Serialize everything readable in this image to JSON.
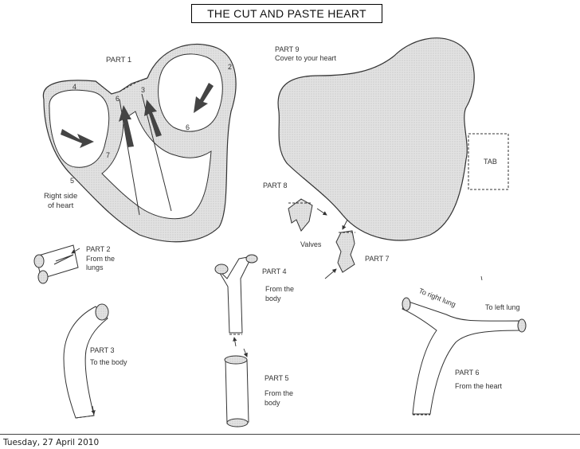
{
  "title": "THE CUT AND PASTE HEART",
  "heart": {
    "part1": "PART 1",
    "numbers": [
      "2",
      "3",
      "4",
      "5",
      "6",
      "6",
      "7"
    ],
    "side_line1": "Right side",
    "side_line2": "of heart"
  },
  "part9": {
    "label": "PART 9",
    "desc": "Cover to your heart",
    "tab": "TAB"
  },
  "part8": {
    "label": "PART 8",
    "valves": "Valves"
  },
  "part7": {
    "label": "PART 7"
  },
  "part2": {
    "label": "PART 2",
    "line1": "From the",
    "line2": "lungs"
  },
  "part3": {
    "label": "PART 3",
    "desc": "To the body"
  },
  "part4": {
    "label": "PART 4",
    "line1": "From the",
    "line2": "body"
  },
  "part5": {
    "label": "PART 5",
    "line1": "From the",
    "line2": "body"
  },
  "part6": {
    "label": "PART 6",
    "desc": "From the heart",
    "right_lung": "To right lung",
    "left_lung": "To left lung"
  },
  "footer": {
    "date": "Tuesday, 27 April 2010"
  },
  "colors": {
    "shade": "#d8d8d8",
    "outline": "#333333",
    "arrow": "#444444"
  }
}
